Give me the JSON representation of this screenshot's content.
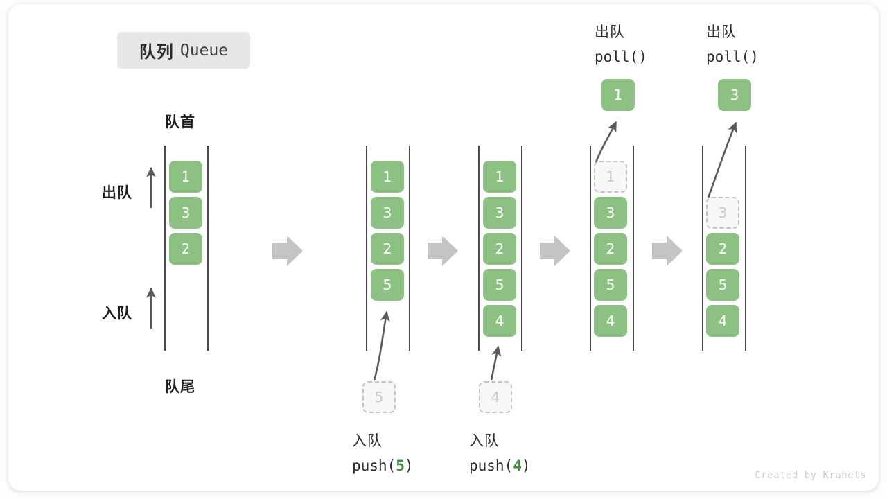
{
  "title": {
    "cn": "队列",
    "en": "Queue"
  },
  "labels": {
    "head": "队首",
    "tail": "队尾",
    "dequeue": "出队",
    "enqueue": "入队"
  },
  "watermark": "Created by Krahets",
  "colors": {
    "box_fill": "#8cc183",
    "box_text": "#ffffff",
    "ghost_fill": "#f7f7f7",
    "ghost_border": "#c4c4c4",
    "ghost_text": "#c9c9c9",
    "rail": "#4a4a4a",
    "arrow": "#595959",
    "step_arrow": "#c4c4c4",
    "accent_green": "#3f9142",
    "badge_bg": "#e7e7e7"
  },
  "columns": [
    {
      "id": "initial",
      "items": [
        "1",
        "3",
        "2"
      ],
      "ghost": null,
      "popped": null,
      "top_label": null,
      "bottom_label": null
    },
    {
      "id": "push-5",
      "items": [
        "1",
        "3",
        "2",
        "5"
      ],
      "ghost": {
        "value": "5",
        "position": "below"
      },
      "popped": null,
      "top_label": null,
      "bottom_label": {
        "cn": "入队",
        "fn": "push(",
        "arg": "5",
        "fn_end": ")"
      }
    },
    {
      "id": "push-4",
      "items": [
        "1",
        "3",
        "2",
        "5",
        "4"
      ],
      "ghost": {
        "value": "4",
        "position": "below"
      },
      "popped": null,
      "top_label": null,
      "bottom_label": {
        "cn": "入队",
        "fn": "push(",
        "arg": "4",
        "fn_end": ")"
      }
    },
    {
      "id": "poll-1",
      "items": [
        "3",
        "2",
        "5",
        "4"
      ],
      "ghost": {
        "value": "1",
        "position": "slot0"
      },
      "popped": "1",
      "top_label": {
        "cn": "出队",
        "fn": "poll()"
      },
      "bottom_label": null
    },
    {
      "id": "poll-3",
      "items": [
        "2",
        "5",
        "4"
      ],
      "ghost": {
        "value": "3",
        "position": "slot1"
      },
      "popped": "3",
      "top_label": {
        "cn": "出队",
        "fn": "poll()"
      },
      "bottom_label": null
    }
  ],
  "step_arrows": 4
}
